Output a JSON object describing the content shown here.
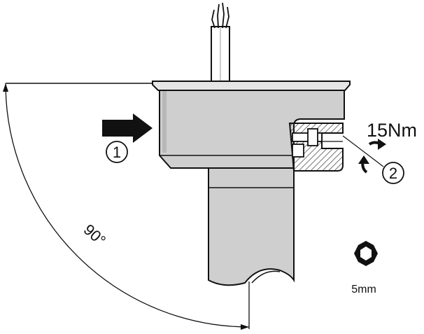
{
  "labels": {
    "step1": "1",
    "step2": "2",
    "torque": "15Nm",
    "angle": "90°",
    "hex_size": "5mm"
  },
  "colors": {
    "ink": "#111111",
    "housing_fill": "#cfcfcf",
    "housing_shadow": "#b8b8b8",
    "lid_fill": "#e6e6e6",
    "hatch": "#333333",
    "background": "#ffffff"
  },
  "icons": {
    "push_direction": "arrow-right-icon",
    "tighten": "rotate-clockwise-icon",
    "tool": "hex-key-icon"
  }
}
